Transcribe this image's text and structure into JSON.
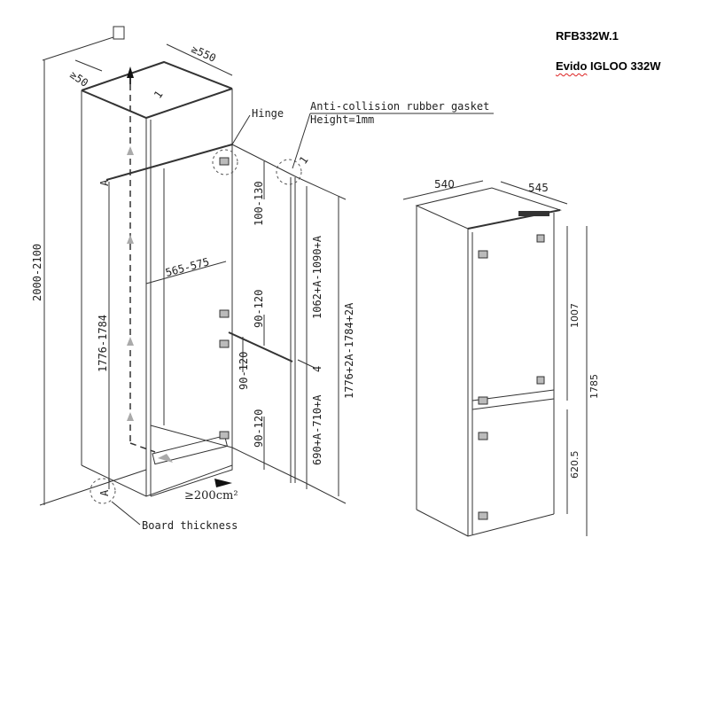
{
  "header": {
    "model_code": "RFB332W.1",
    "model_name_brand": "Evido",
    "model_name_rest": " IGLOO 332W"
  },
  "installation_diagram": {
    "top_clearance": "≥50",
    "depth": "≥550",
    "hinge_label": "Hinge",
    "gasket_label": "Anti-collision rubber gasket",
    "gasket_height": "Height=1mm",
    "one_mm": "1",
    "top_hinge_offset": "100-130",
    "inner_width": "565-575",
    "mid_hinge_offset_1": "90-120",
    "mid_hinge_offset_2": "90-120",
    "bottom_hinge_offset": "90-120",
    "upper_door_height": "1062+A-1090+A",
    "total_door_height": "1776+2A-1784+2A",
    "lower_door_height": "690+A-710+A",
    "door_gap": "4",
    "niche_height": "1776-1784",
    "cabinet_height": "2000-2100",
    "ventilation_area": "≥200cm²",
    "board_thickness_label": "Board thickness",
    "a_label": "A"
  },
  "appliance_diagram": {
    "width": "540",
    "depth": "545",
    "upper_height": "1007",
    "total_height": "1785",
    "lower_height": "620.5"
  }
}
